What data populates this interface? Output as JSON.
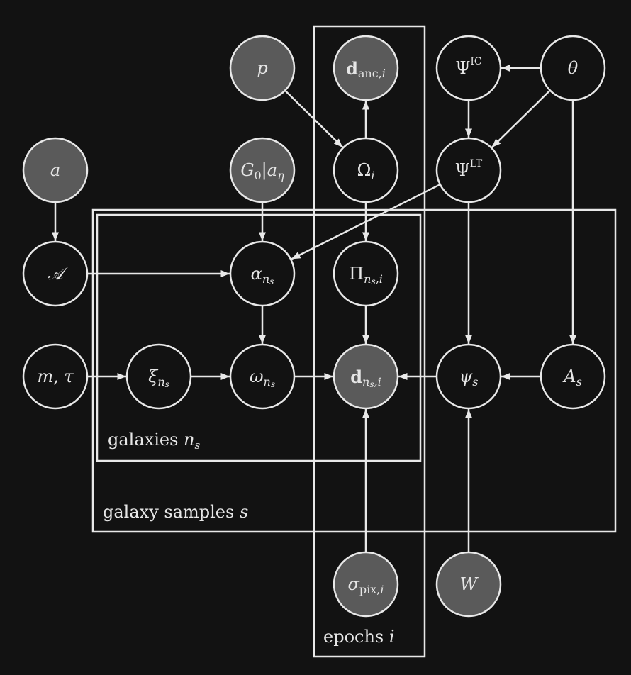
{
  "diagram": {
    "type": "probabilistic-graphical-model",
    "colors": {
      "background": "#121212",
      "stroke": "#e8e8e8",
      "observed_fill": "#5a5a5a",
      "latent_fill": "#121212",
      "text": "#e6e6e6"
    },
    "nodes": [
      {
        "id": "p",
        "label": [
          {
            "t": "p"
          }
        ],
        "observed": true
      },
      {
        "id": "d_anc",
        "label": [
          {
            "t": "d",
            "s": "bold"
          },
          {
            "t": "anc,",
            "s": "sub-up"
          },
          {
            "t": "i",
            "s": "sub"
          }
        ],
        "observed": true
      },
      {
        "id": "Psi_IC",
        "label": [
          {
            "t": "Ψ",
            "s": "up"
          },
          {
            "t": "IC",
            "s": "sup"
          }
        ],
        "observed": false
      },
      {
        "id": "theta",
        "label": [
          {
            "t": "θ"
          }
        ],
        "observed": false
      },
      {
        "id": "a",
        "label": [
          {
            "t": "a"
          }
        ],
        "observed": true
      },
      {
        "id": "G0_aeta",
        "label": [
          {
            "t": "G"
          },
          {
            "t": "0",
            "s": "sub-up"
          },
          {
            "t": "|",
            "s": "up"
          },
          {
            "t": "a"
          },
          {
            "t": "η",
            "s": "sub"
          }
        ],
        "observed": true
      },
      {
        "id": "Omega_i",
        "label": [
          {
            "t": "Ω",
            "s": "up"
          },
          {
            "t": "i",
            "s": "sub"
          }
        ],
        "observed": false
      },
      {
        "id": "Psi_LT",
        "label": [
          {
            "t": "Ψ",
            "s": "up"
          },
          {
            "t": "LT",
            "s": "sup"
          }
        ],
        "observed": false
      },
      {
        "id": "A_cal",
        "label": [
          {
            "t": "𝒜"
          }
        ],
        "observed": false
      },
      {
        "id": "alpha_ns",
        "label": [
          {
            "t": "α"
          },
          {
            "t": "n",
            "s": "sub"
          },
          {
            "t": "s",
            "s": "subsub"
          }
        ],
        "observed": false
      },
      {
        "id": "Pi_nsi",
        "label": [
          {
            "t": "Π",
            "s": "up"
          },
          {
            "t": "n",
            "s": "sub"
          },
          {
            "t": "s",
            "s": "subsub"
          },
          {
            "t": ",i",
            "s": "sub"
          }
        ],
        "observed": false
      },
      {
        "id": "m_tau",
        "label": [
          {
            "t": "m, τ"
          }
        ],
        "observed": false
      },
      {
        "id": "xi_ns",
        "label": [
          {
            "t": "ξ"
          },
          {
            "t": "n",
            "s": "sub"
          },
          {
            "t": "s",
            "s": "subsub"
          }
        ],
        "observed": false
      },
      {
        "id": "omega_ns",
        "label": [
          {
            "t": "ω"
          },
          {
            "t": "n",
            "s": "sub"
          },
          {
            "t": "s",
            "s": "subsub"
          }
        ],
        "observed": false
      },
      {
        "id": "d_nsi",
        "label": [
          {
            "t": "d",
            "s": "bold"
          },
          {
            "t": "n",
            "s": "sub"
          },
          {
            "t": "s",
            "s": "subsub"
          },
          {
            "t": ",i",
            "s": "sub"
          }
        ],
        "observed": true
      },
      {
        "id": "psi_s",
        "label": [
          {
            "t": "ψ"
          },
          {
            "t": "s",
            "s": "sub"
          }
        ],
        "observed": false
      },
      {
        "id": "A_s",
        "label": [
          {
            "t": "A"
          },
          {
            "t": "s",
            "s": "sub"
          }
        ],
        "observed": false
      },
      {
        "id": "sigma_pix",
        "label": [
          {
            "t": "σ"
          },
          {
            "t": "pix,",
            "s": "sub-up"
          },
          {
            "t": "i",
            "s": "sub"
          }
        ],
        "observed": true
      },
      {
        "id": "W",
        "label": [
          {
            "t": "W"
          }
        ],
        "observed": true
      }
    ],
    "edges": [
      {
        "from": "p",
        "to": "Omega_i"
      },
      {
        "from": "Omega_i",
        "to": "d_anc"
      },
      {
        "from": "theta",
        "to": "Psi_IC"
      },
      {
        "from": "theta",
        "to": "Psi_LT"
      },
      {
        "from": "Psi_IC",
        "to": "Psi_LT"
      },
      {
        "from": "theta",
        "to": "A_s"
      },
      {
        "from": "a",
        "to": "A_cal"
      },
      {
        "from": "G0_aeta",
        "to": "alpha_ns"
      },
      {
        "from": "A_cal",
        "to": "alpha_ns"
      },
      {
        "from": "Psi_LT",
        "to": "alpha_ns"
      },
      {
        "from": "Psi_LT",
        "to": "psi_s"
      },
      {
        "from": "Omega_i",
        "to": "Pi_nsi"
      },
      {
        "from": "Pi_nsi",
        "to": "d_nsi"
      },
      {
        "from": "alpha_ns",
        "to": "omega_ns"
      },
      {
        "from": "m_tau",
        "to": "xi_ns"
      },
      {
        "from": "xi_ns",
        "to": "omega_ns"
      },
      {
        "from": "omega_ns",
        "to": "d_nsi"
      },
      {
        "from": "psi_s",
        "to": "d_nsi"
      },
      {
        "from": "A_s",
        "to": "psi_s"
      },
      {
        "from": "sigma_pix",
        "to": "d_nsi"
      },
      {
        "from": "W",
        "to": "psi_s"
      }
    ],
    "plates": [
      {
        "id": "galaxy_samples",
        "label_text": "galaxy samples ",
        "label_var": "s"
      },
      {
        "id": "galaxies",
        "label_text": "galaxies ",
        "label_var": "n",
        "label_var_sub": "s"
      },
      {
        "id": "epochs",
        "label_text": "epochs ",
        "label_var": "i"
      }
    ]
  }
}
